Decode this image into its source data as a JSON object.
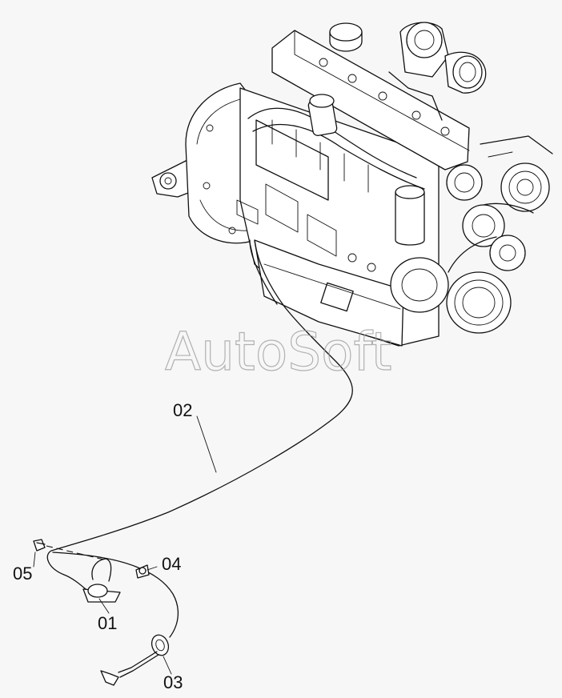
{
  "watermark": "AutoSoft",
  "callouts": {
    "c01": "01",
    "c02": "02",
    "c03": "03",
    "c04": "04",
    "c05": "05"
  },
  "colors": {
    "background": "#f7f7f7",
    "line": "#111111",
    "watermark": "#9a9a9a"
  }
}
